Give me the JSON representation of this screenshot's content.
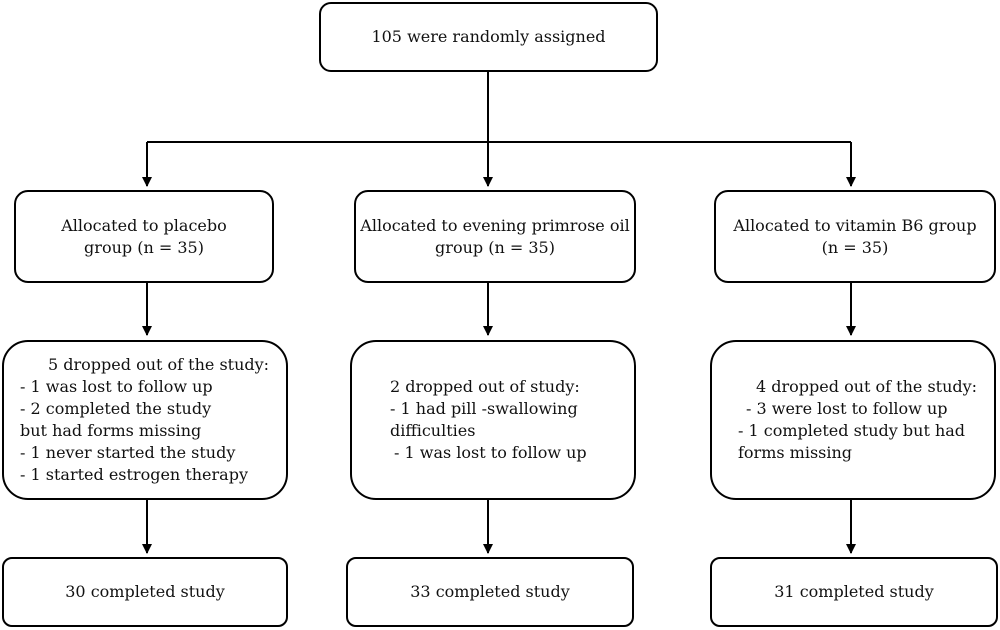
{
  "top": {
    "text": "105 were randomly assigned"
  },
  "arms": [
    {
      "allocation": [
        "Allocated to placebo",
        "group (n = 35)"
      ],
      "dropout": {
        "heading": "5 dropped out of the study:",
        "items": [
          "1 was lost to follow up",
          "2 completed the study\nbut had forms missing",
          "1 never started the study",
          "1 started estrogen therapy"
        ]
      },
      "completed": "30 completed study"
    },
    {
      "allocation": [
        "Allocated to evening primrose oil",
        "group (n = 35)"
      ],
      "dropout": {
        "heading": "2 dropped out of study:",
        "items": [
          "1 had pill -swallowing\ndifficulties",
          "1 was lost to follow up"
        ]
      },
      "completed": "33 completed study"
    },
    {
      "allocation": [
        "Allocated to vitamin B6 group",
        "(n = 35)"
      ],
      "dropout": {
        "heading": "4 dropped out of the study:",
        "items": [
          "3 were lost to follow up",
          "1 completed study but had\nforms missing"
        ]
      },
      "completed": "31 completed study"
    }
  ]
}
